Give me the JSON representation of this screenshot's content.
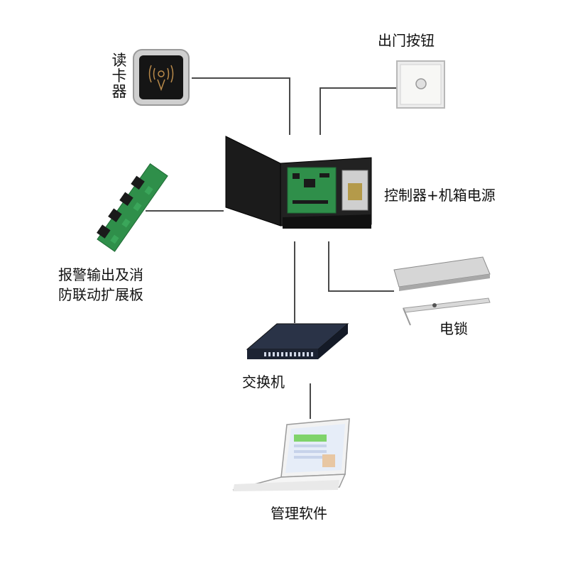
{
  "nodes": {
    "card_reader": {
      "label_chars": [
        "读",
        "卡",
        "器"
      ]
    },
    "exit_button": {
      "label": "出门按钮"
    },
    "controller": {
      "label": "控制器+机箱电源"
    },
    "expansion_board": {
      "label_line1": "报警输出及消",
      "label_line2": "防联动扩展板"
    },
    "electric_lock": {
      "label": "电锁"
    },
    "switch": {
      "label": "交换机"
    },
    "software": {
      "label": "管理软件"
    }
  },
  "colors": {
    "line": "#4a4a4a",
    "cabinet": "#1e1e1e",
    "pcb_green": "#2f8f4a",
    "switch_body": "#1c2333",
    "lock_silver": "#c8c8c8",
    "screen_green": "#7fd36b"
  }
}
